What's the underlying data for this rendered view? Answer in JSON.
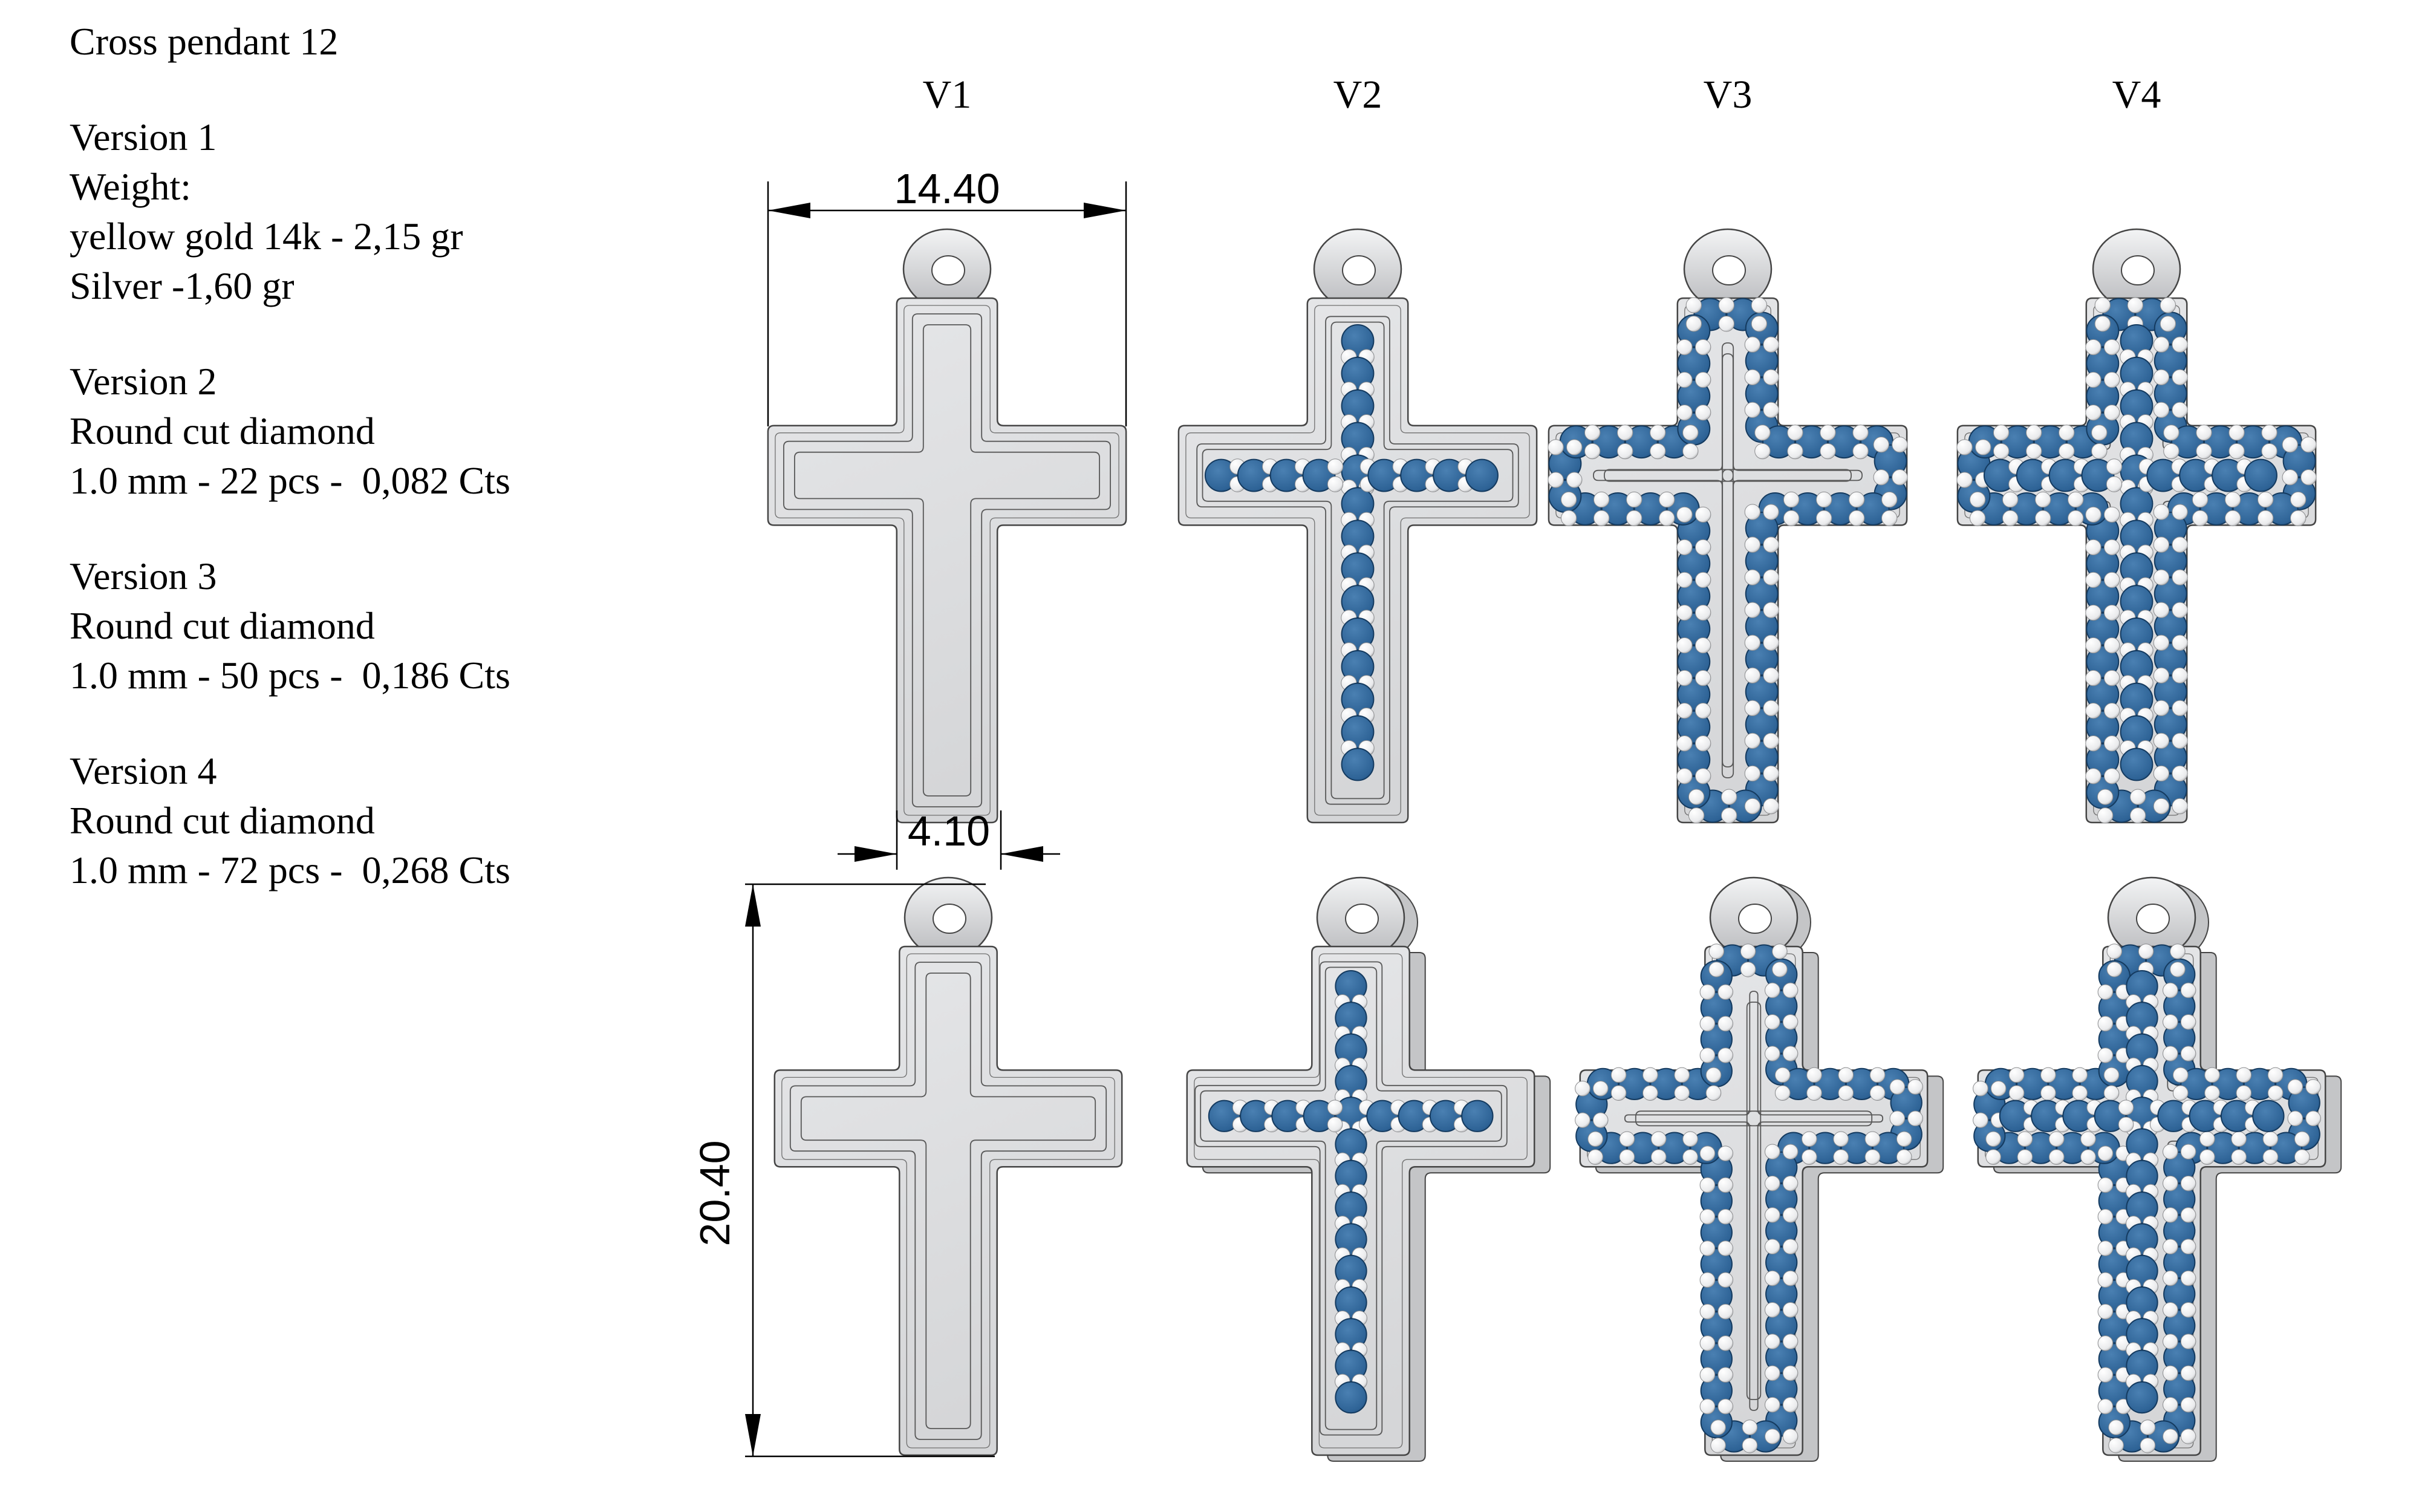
{
  "sheet": {
    "background": "#ffffff"
  },
  "notes": {
    "title": "Cross pendant 12",
    "sections": [
      {
        "header": "Version 1",
        "lines": [
          "Weight:",
          "yellow gold 14k - 2,15 gr",
          "Silver -1,60 gr"
        ]
      },
      {
        "header": "Version 2",
        "lines": [
          "Round cut diamond",
          "1.0 mm - 22 pcs -  0,082 Cts"
        ]
      },
      {
        "header": "Version 3",
        "lines": [
          "Round cut diamond",
          "1.0 mm - 50 pcs -  0,186 Cts"
        ]
      },
      {
        "header": "Version 4",
        "lines": [
          "Round cut diamond",
          "1.0 mm - 72 pcs -  0,268 Cts"
        ]
      }
    ]
  },
  "columns": [
    {
      "id": "v1",
      "label": "V1",
      "stones": "none",
      "stone_count": 0
    },
    {
      "id": "v2",
      "label": "V2",
      "stones": "center",
      "stone_count": 22
    },
    {
      "id": "v3",
      "label": "V3",
      "stones": "border",
      "stone_count": 50
    },
    {
      "id": "v4",
      "label": "V4",
      "stones": "full",
      "stone_count": 72
    }
  ],
  "views": {
    "top_row": "front view",
    "bottom_row": "perspective view"
  },
  "dimensions": {
    "width_mm": {
      "value": "14.40"
    },
    "bar_width_mm": {
      "value": "4.10"
    },
    "height_mm": {
      "value": "20.40"
    }
  },
  "colors": {
    "stone": "#2e6396",
    "stone_dark": "#1f4c7c",
    "stone_rim": "#143a5f",
    "metal": "#d5d6d8",
    "metal_dark": "#c4c5c7",
    "outline": "#454545",
    "bead": "#e9eaec",
    "text": "#000000",
    "background": "#ffffff"
  }
}
